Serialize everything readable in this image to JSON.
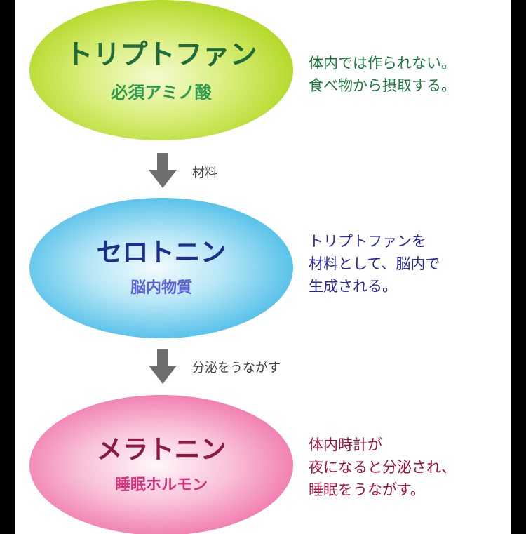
{
  "nodes": {
    "tryptophan": {
      "title": "トリプトファン",
      "subtitle": "必須アミノ酸",
      "note": [
        "体内では作られない。",
        "食べ物から摂取する。"
      ]
    },
    "serotonin": {
      "title": "セロトニン",
      "subtitle": "脳内物質",
      "note": [
        "トリプトファンを",
        "材料として、脳内で",
        "生成される。"
      ]
    },
    "melatonin": {
      "title": "メラトニン",
      "subtitle": "睡眠ホルモン",
      "note": [
        "体内時計が",
        "夜になると分泌され、",
        "睡眠をうながす。"
      ]
    }
  },
  "arrows": [
    {
      "label": "材料"
    },
    {
      "label": "分泌をうながす"
    }
  ],
  "colors": {
    "arrow": "#6e6e6e",
    "tryptophan_fill": "#b4d92a",
    "serotonin_fill": "#5cc3ea",
    "melatonin_fill": "#f17fb0"
  }
}
